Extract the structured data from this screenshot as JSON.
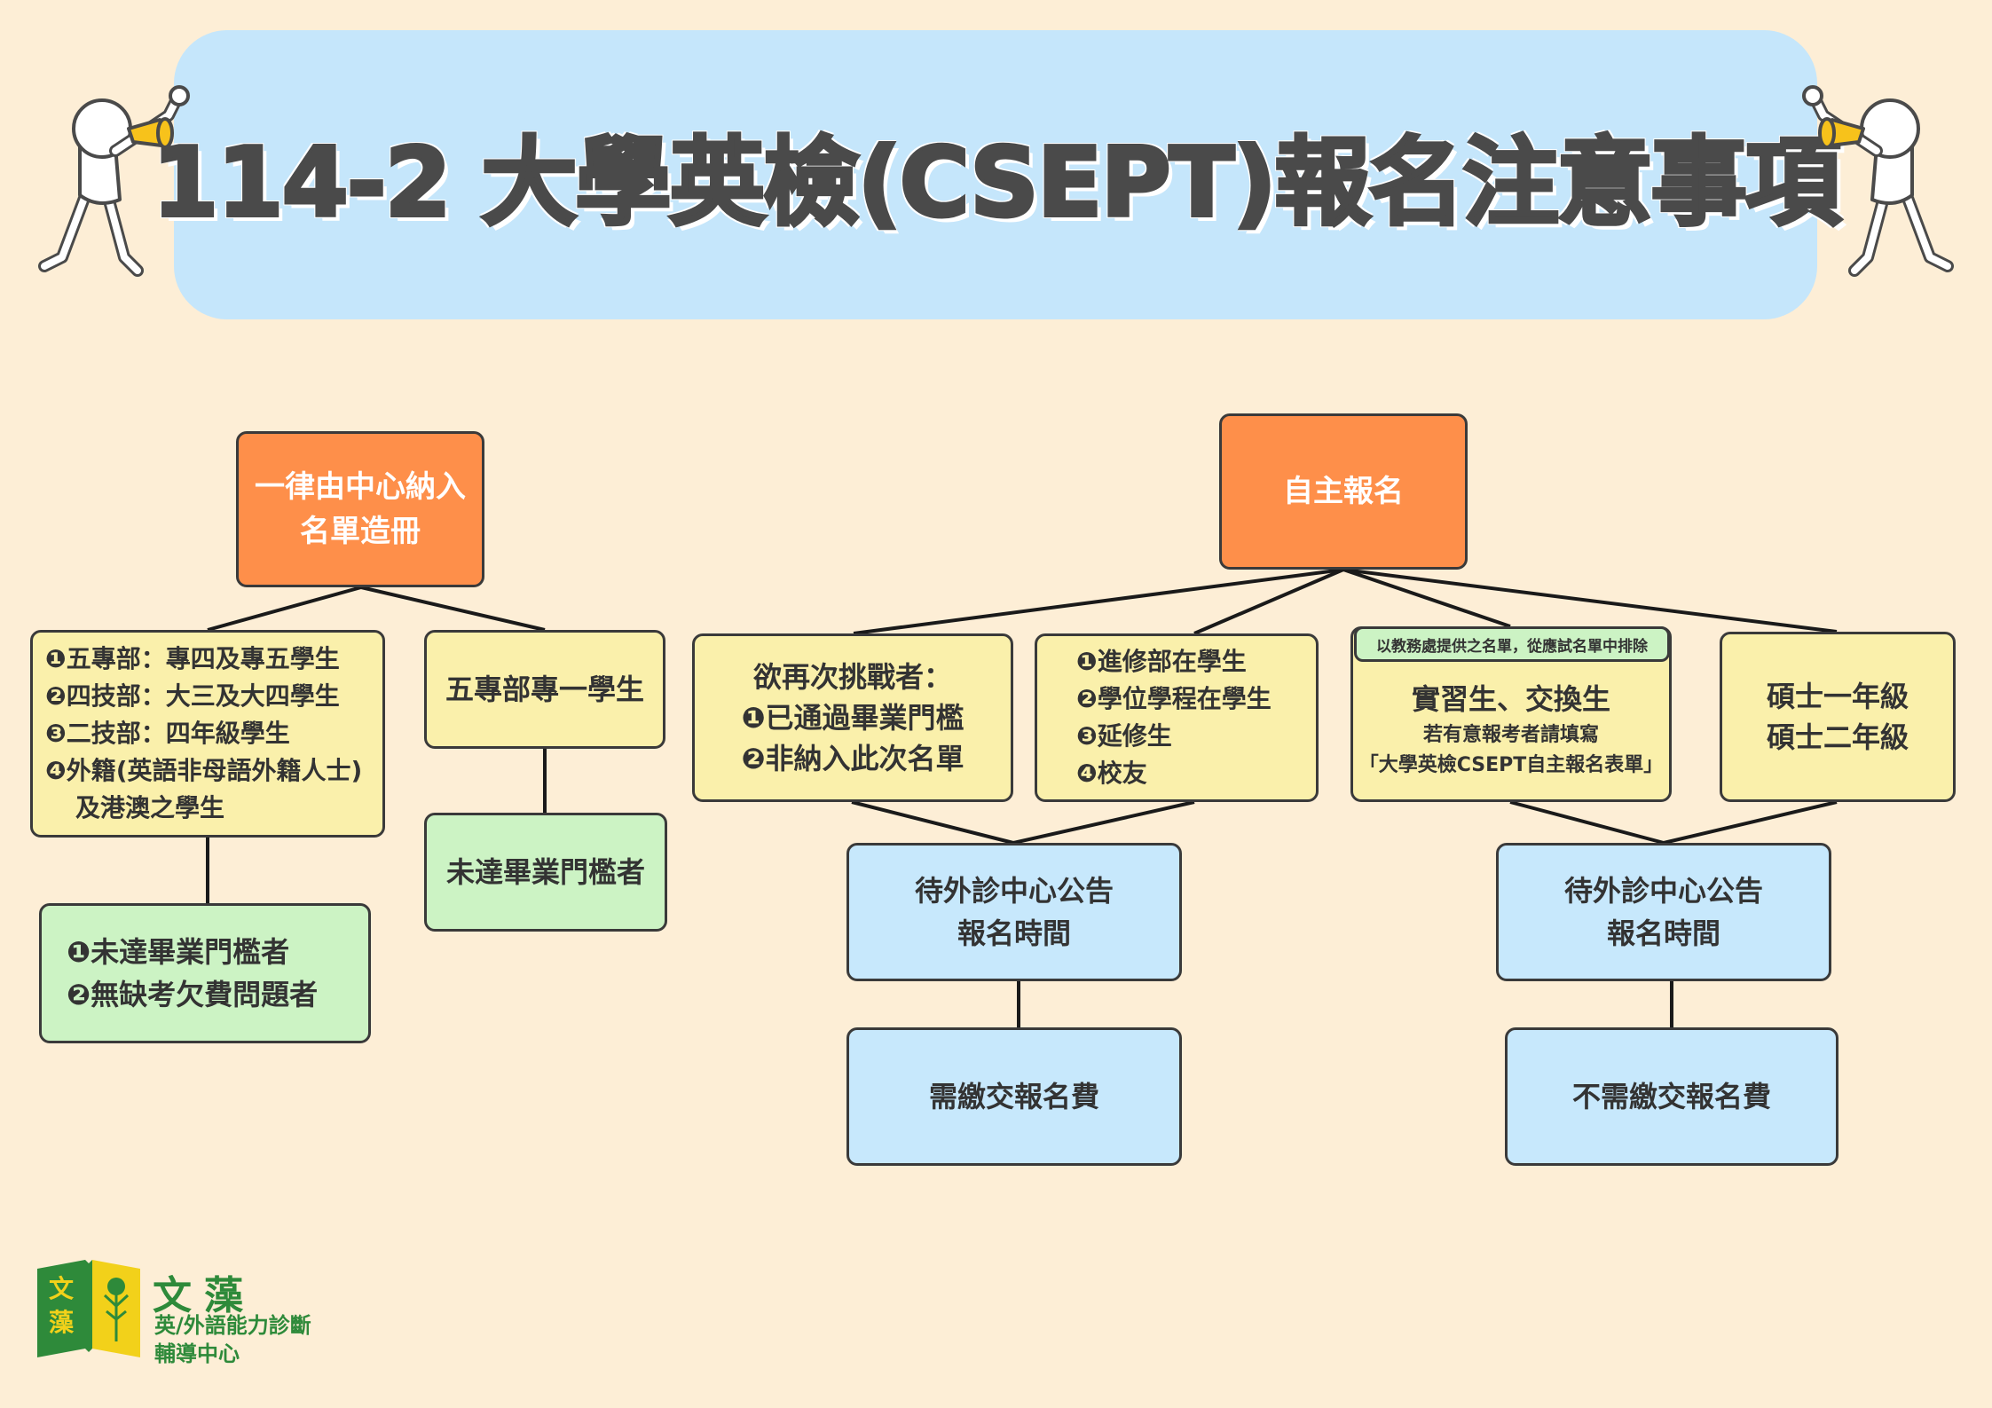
{
  "title": "114-2 大學英檢(CSEPT)報名注意事項",
  "left_branch": {
    "root": [
      "一律由中心納入",
      "名單造冊"
    ],
    "group_a": [
      "❶五專部：專四及專五學生",
      "❷四技部：大三及大四學生",
      "❸二技部：四年級學生",
      "❹外籍(英語非母語外籍人士)",
      "及港澳之學生"
    ],
    "group_a_result": [
      "❶未達畢業門檻者",
      "❷無缺考欠費問題者"
    ],
    "group_b": "五專部專一學生",
    "group_b_result": "未達畢業門檻者"
  },
  "right_branch": {
    "root": "自主報名",
    "challenge": [
      "欲再次挑戰者：",
      "❶已通過畢業門檻",
      "❷非納入此次名單"
    ],
    "evening": [
      "❶進修部在學生",
      "❷學位學程在學生",
      "❸延修生",
      "❹校友"
    ],
    "tag": "以教務處提供之名單，從應試名單中排除",
    "intern": [
      "實習生、交換生",
      "若有意報考者請填寫",
      "「大學英檢CSEPT自主報名表單」"
    ],
    "master": [
      "碩士一年級",
      "碩士二年級"
    ],
    "announce_left": [
      "待外診中心公告",
      "報名時間"
    ],
    "announce_right": [
      "待外診中心公告",
      "報名時間"
    ],
    "fee_left": "需繳交報名費",
    "fee_right": "不需繳交報名費"
  },
  "logo": {
    "badge_chars": [
      "文",
      "藻"
    ],
    "name": "文藻",
    "sub": [
      "英/外語能力診斷",
      "輔導中心"
    ]
  },
  "colors": {
    "background": "#fdeed6",
    "banner": "#c5e6fb",
    "orange": "#fe8f4a",
    "yellow": "#faf0ab",
    "green": "#ccf3c4",
    "blue": "#c7e8fc",
    "logo_green": "#2e8a3a"
  }
}
